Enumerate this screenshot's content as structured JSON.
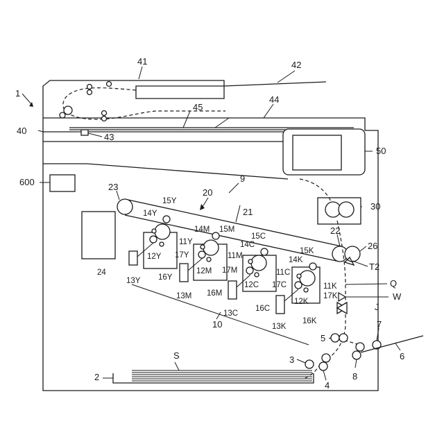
{
  "labels": {
    "l1": "1",
    "l2": "2",
    "l3": "3",
    "l4": "4",
    "l5": "5",
    "l6": "6",
    "l7": "7",
    "l8": "8",
    "l9": "9",
    "l10": "10",
    "l20": "20",
    "l21": "21",
    "l22": "22",
    "l23": "23",
    "l24": "24",
    "l26": "26",
    "l30": "30",
    "l40": "40",
    "l41": "41",
    "l42": "42",
    "l43": "43",
    "l44": "44",
    "l45": "45",
    "l50": "50",
    "l600": "600",
    "l15Y": "15Y",
    "l14Y": "14Y",
    "l11Y": "11Y",
    "l12Y": "12Y",
    "l16Y": "16Y",
    "l13Y": "13Y",
    "l14M": "14M",
    "l15M": "15M",
    "l17Y": "17Y",
    "l11M": "11M",
    "l12M": "12M",
    "l17M": "17M",
    "l16M": "16M",
    "l13M": "13M",
    "l15C": "15C",
    "l14C": "14C",
    "l11C": "11C",
    "l12C": "12C",
    "l17C": "17C",
    "l16C": "16C",
    "l13C": "13C",
    "l15K": "15K",
    "l14K": "14K",
    "l11K": "11K",
    "l12K": "12K",
    "l17K": "17K",
    "l16K": "16K",
    "l13K": "13K",
    "lT2": "T2",
    "lQ": "Q",
    "lW": "W",
    "lJ": "J",
    "lS": "S"
  }
}
